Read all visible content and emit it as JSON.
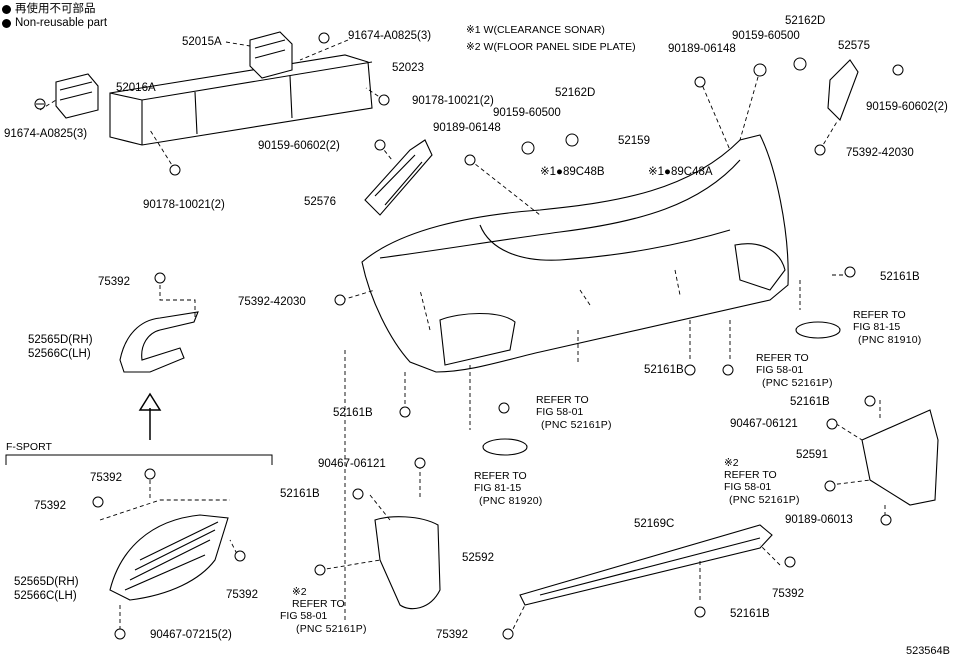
{
  "legend": [
    {
      "marker": "dot",
      "text": "再使用不可部品"
    },
    {
      "marker": "dot",
      "text": "Non-reusable part"
    }
  ],
  "notes": [
    "※1 W(CLEARANCE SONAR)",
    "※2 W(FLOOR PANEL SIDE PLATE)"
  ],
  "section_label": "F-SPORT",
  "figure_id": "523564B",
  "labels": {
    "p52015A": "52015A",
    "p91674_top": "91674-A0825(3)",
    "p52016A": "52016A",
    "p52023": "52023",
    "p91674_left": "91674-A0825(3)",
    "p90178_a": "90178-10021(2)",
    "p90178_b": "90178-10021(2)",
    "p90159_606_a": "90159-60602(2)",
    "p52576": "52576",
    "p90189_a": "90189-06148",
    "p90159_605_a": "90159-60500",
    "p52162D_a": "52162D",
    "p52159": "52159",
    "p89C48B": "※1●89C48B",
    "p89C48A": "※1●89C48A",
    "p90189_b": "90189-06148",
    "p90159_605_b": "90159-60500",
    "p52162D_b": "52162D",
    "p52575": "52575",
    "p90159_606_b": "90159-60602(2)",
    "p75392_42030_r": "75392-42030",
    "p52161B_r1": "52161B",
    "p75392_a": "75392",
    "p75392_42030_l": "75392-42030",
    "p52565D_rh": "52565D(RH)",
    "p52566C_lh": "52566C(LH)",
    "ref_81_15_r1": "REFER TO",
    "ref_81_15_r2": "FIG 81-15",
    "ref_81_15_r3": "(PNC 81910)",
    "ref_58_01_a1": "REFER TO",
    "ref_58_01_a2": "FIG 58-01",
    "ref_58_01_a3": "(PNC 52161P)",
    "p52161B_mid": "52161B",
    "p52161B_left": "52161B",
    "ref_58_01_b1": "REFER TO",
    "ref_58_01_b2": "FIG 58-01",
    "ref_58_01_b3": "(PNC 52161P)",
    "p52161B_r2": "52161B",
    "p90467_06121_r": "90467-06121",
    "p52591": "52591",
    "ref_58_01_c0": "※2",
    "ref_58_01_c1": "REFER TO",
    "ref_58_01_c2": "FIG 58-01",
    "ref_58_01_c3": "(PNC 52161P)",
    "p90189_06013": "90189-06013",
    "p90467_06121_l": "90467-06121",
    "p52161B_l2": "52161B",
    "ref_81_15_l1": "REFER TO",
    "ref_81_15_l2": "FIG 81-15",
    "ref_81_15_l3": "(PNC 81920)",
    "p52592": "52592",
    "ref_58_01_d0": "※2",
    "ref_58_01_d1": "REFER TO",
    "ref_58_01_d2": "FIG 58-01",
    "ref_58_01_d3": "(PNC 52161P)",
    "p52169C": "52169C",
    "p75392_b": "75392",
    "p75392_c": "75392",
    "p75392_d": "75392",
    "p52565D_rh2": "52565D(RH)",
    "p52566C_lh2": "52566C(LH)",
    "p90467_07215": "90467-07215(2)",
    "p75392_e": "75392",
    "p52161B_bot": "52161B",
    "p75392_f": "75392"
  }
}
